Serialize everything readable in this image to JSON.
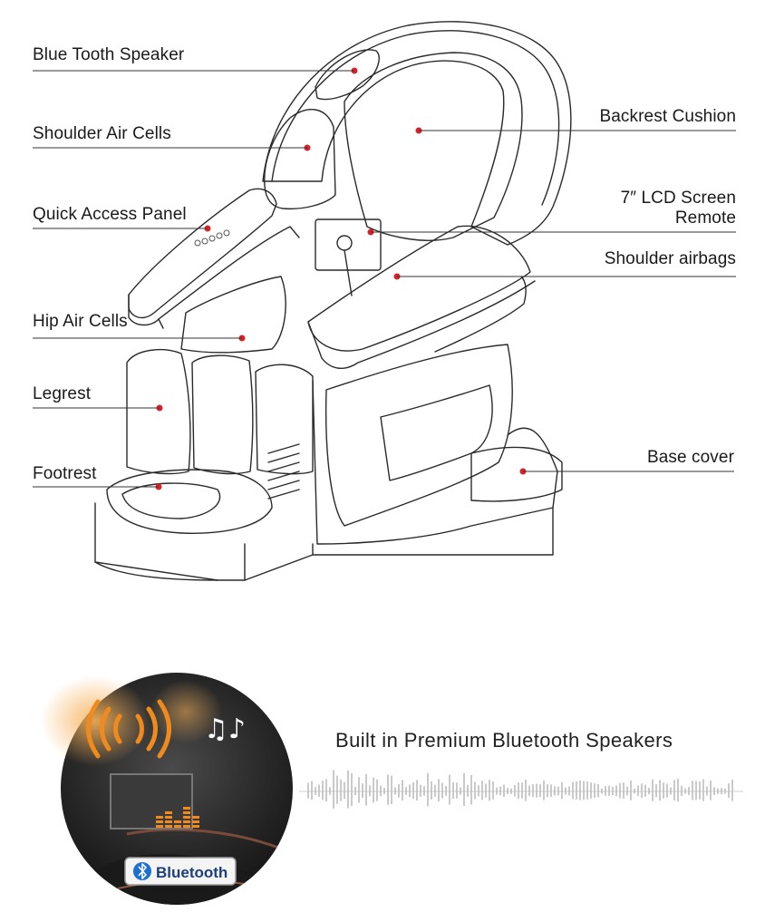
{
  "labels": {
    "blue_tooth_speaker": "Blue Tooth Speaker",
    "shoulder_air_cells": "Shoulder Air Cells",
    "quick_access_panel": "Quick Access Panel",
    "hip_air_cells": "Hip Air Cells",
    "legrest": "Legrest",
    "footrest": "Footrest",
    "backrest_cushion": "Backrest Cushion",
    "lcd_line1": "7″ LCD  Screen",
    "lcd_line2": "Remote",
    "shoulder_airbags": "Shoulder airbags",
    "base_cover": "Base cover"
  },
  "bluetooth_section": {
    "title": "Built in Premium Bluetooth Speakers",
    "badge_text": "Bluetooth"
  },
  "icons": [
    "bluetooth-icon",
    "music-notes-icon",
    "sound-waves-icon",
    "equalizer-icon"
  ],
  "colors": {
    "marker_red": "#d8232a",
    "orange_accent": "#f08a1c",
    "bluetooth_blue": "#1d6fd0",
    "line_color": "#333333"
  }
}
